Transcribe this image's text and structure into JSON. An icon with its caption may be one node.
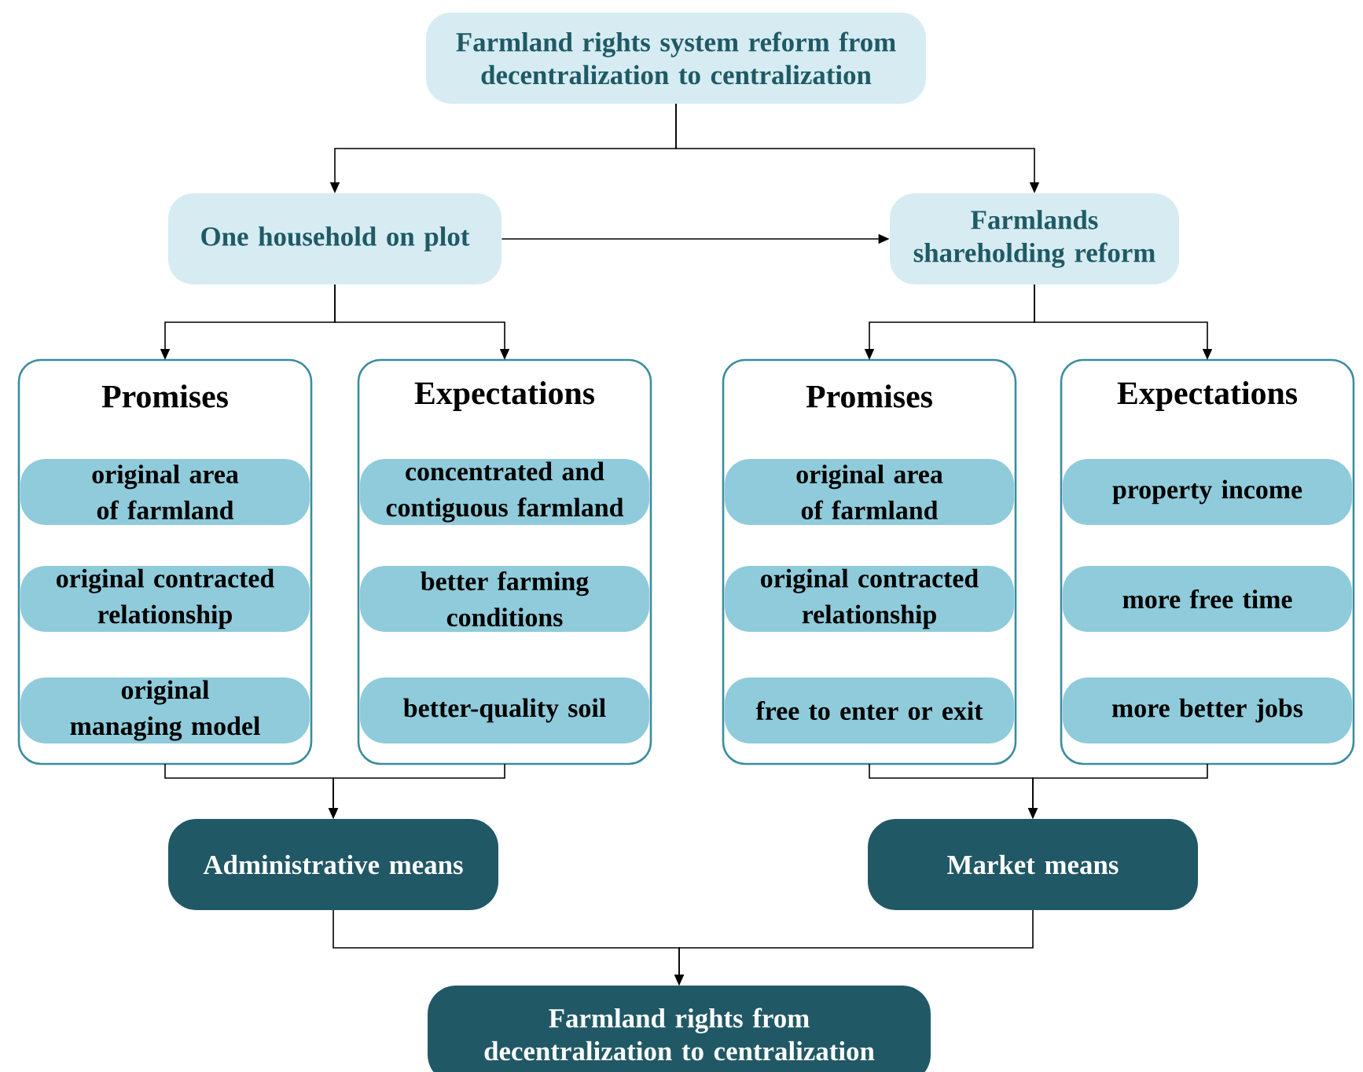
{
  "diagram": {
    "nodes": [
      {
        "text": [
          "Farmland rights system reform from decentralization to centralization"
        ]
      },
      {
        "text": [
          "One household on plot"
        ]
      },
      {
        "text": [
          "Farmlands shareholding reform"
        ]
      },
      {
        "text": [
          "Promises"
        ]
      },
      {
        "text": [
          "original area of farmland"
        ],
        "in": 3
      },
      {
        "text": [
          "original contracted relationship"
        ],
        "in": 3
      },
      {
        "text": [
          "original managing model"
        ],
        "in": 3
      },
      {
        "text": [
          "Expectations"
        ]
      },
      {
        "text": [
          "concentrated and contiguous farmland"
        ],
        "in": 7
      },
      {
        "text": [
          "better farming conditions"
        ],
        "in": 7
      },
      {
        "text": [
          "better-quality soil"
        ],
        "in": 7
      },
      {
        "text": [
          "Promises"
        ]
      },
      {
        "text": [
          "original area of farmland"
        ],
        "in": 11
      },
      {
        "text": [
          "original contracted relationship"
        ],
        "in": 11
      },
      {
        "text": [
          "free to enter or exit"
        ],
        "in": 11
      },
      {
        "text": [
          "Expectations"
        ]
      },
      {
        "text": [
          "property income"
        ],
        "in": 15
      },
      {
        "text": [
          "more free time"
        ],
        "in": 15
      },
      {
        "text": [
          "more better jobs"
        ],
        "in": 15
      },
      {
        "text": [
          "Administrative means"
        ]
      },
      {
        "text": [
          "Market means"
        ]
      },
      {
        "text": [
          "Farmland rights from decentralization to centralization"
        ]
      }
    ],
    "edges": [
      {
        "from": 0,
        "to": 1,
        "arrow": "to"
      },
      {
        "from": 0,
        "to": 2,
        "arrow": "to"
      },
      {
        "from": 1,
        "to": 2,
        "arrow": "to"
      },
      {
        "from": 1,
        "to": 3,
        "arrow": "to"
      },
      {
        "from": 1,
        "to": 7,
        "arrow": "to"
      },
      {
        "from": 2,
        "to": 11,
        "arrow": "to"
      },
      {
        "from": 2,
        "to": 15,
        "arrow": "to"
      },
      {
        "from": 3,
        "to": 19,
        "arrow": "to"
      },
      {
        "from": 7,
        "to": 19,
        "arrow": "to"
      },
      {
        "from": 11,
        "to": 20,
        "arrow": "to"
      },
      {
        "from": 15,
        "to": 20,
        "arrow": "to"
      },
      {
        "from": 19,
        "to": 21,
        "arrow": "to"
      },
      {
        "from": 20,
        "to": 21,
        "arrow": "to"
      }
    ]
  }
}
